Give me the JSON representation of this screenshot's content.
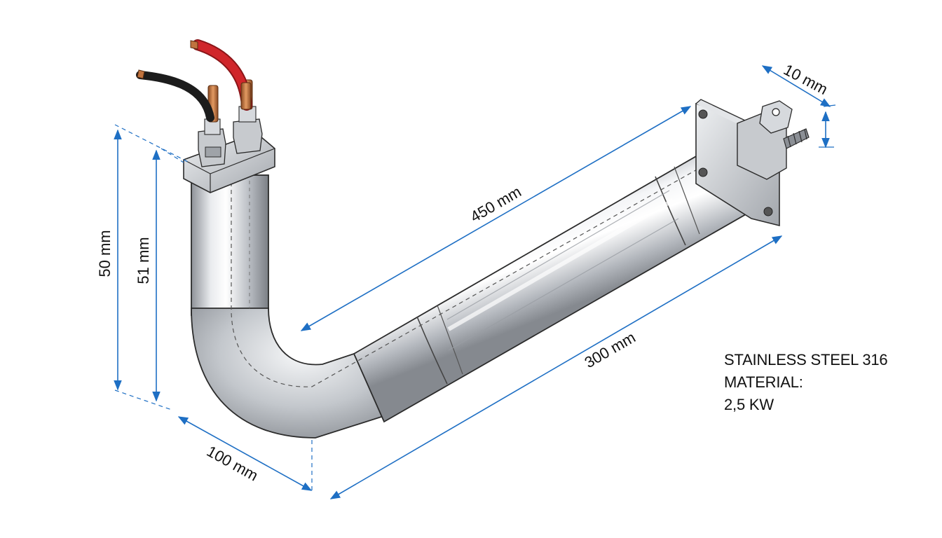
{
  "dimensions": {
    "height_outer": "50 mm",
    "height_inner": "51 mm",
    "bend_depth": "100 mm",
    "total_length": "450 mm",
    "tube_length": "300 mm",
    "flange_thickness": "10 mm"
  },
  "specs": {
    "material_value": "STAINLESS STEEL 316",
    "material_label": "MATERIAL:",
    "power": "2,5 KW"
  },
  "colors": {
    "dimension_line": "#1e6fc4",
    "steel": "#c9ccd1",
    "wire_red": "#d0262b",
    "wire_black": "#1c1c1c",
    "copper": "#c0733e"
  }
}
